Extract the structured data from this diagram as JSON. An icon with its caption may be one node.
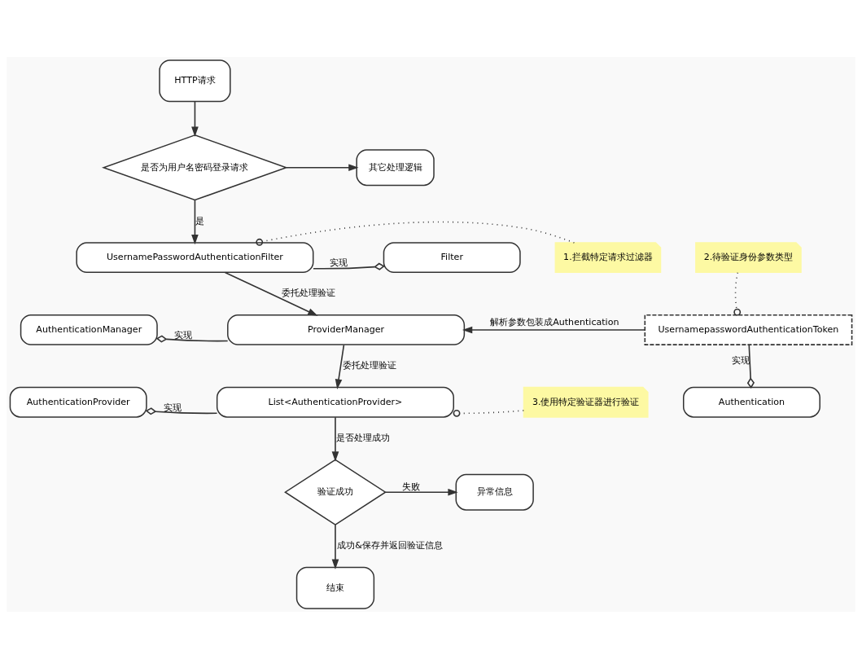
{
  "diagram": {
    "nodes": [
      {
        "text": [
          "HTTP请求"
        ]
      },
      {
        "text": [
          "是否为用户名密码登录请求"
        ]
      },
      {
        "text": [
          "其它处理逻辑"
        ]
      },
      {
        "text": [
          "Filter"
        ]
      },
      {
        "text": [
          "UsernamePasswordAuthenticationFilter"
        ]
      },
      {
        "text": [
          "1.拦截特定请求过滤器"
        ]
      },
      {
        "text": [
          "2.待验证身份参数类型"
        ]
      },
      {
        "text": [
          "AuthenticationManager"
        ]
      },
      {
        "text": [
          "ProviderManager"
        ]
      },
      {
        "text": [
          "UsernamepasswordAuthenticationToken"
        ]
      },
      {
        "text": [
          "Authentication"
        ]
      },
      {
        "text": [
          "AuthenticationProvider"
        ]
      },
      {
        "text": [
          "List<AuthenticationProvider>"
        ]
      },
      {
        "text": [
          "3.使用特定验证器进行验证"
        ]
      },
      {
        "text": [
          "验证成功"
        ]
      },
      {
        "text": [
          "异常信息"
        ]
      },
      {
        "text": [
          "结束"
        ]
      }
    ],
    "edges": [
      {
        "from": 0,
        "to": 1,
        "arrow": "to"
      },
      {
        "from": 1,
        "to": 2,
        "arrow": "to"
      },
      {
        "from": 1,
        "to": 4,
        "arrow": "to",
        "label": "是"
      },
      {
        "from": 4,
        "to": 3,
        "arrow": "other",
        "label": "实现"
      },
      {
        "from": 5,
        "to": 4,
        "arrow": "other",
        "style": "dashed"
      },
      {
        "from": 4,
        "to": 8,
        "arrow": "to",
        "label": "委托处理验证"
      },
      {
        "from": 9,
        "to": 8,
        "arrow": "to",
        "label": "解析参数包装成Authentication"
      },
      {
        "from": 6,
        "to": 9,
        "arrow": "other",
        "style": "dashed"
      },
      {
        "from": 8,
        "to": 7,
        "arrow": "other",
        "label": "实现"
      },
      {
        "from": 9,
        "to": 10,
        "arrow": "other",
        "label": "实现"
      },
      {
        "from": 8,
        "to": 12,
        "arrow": "to",
        "label": "委托处理验证"
      },
      {
        "from": 12,
        "to": 11,
        "arrow": "other",
        "label": "实现"
      },
      {
        "from": 13,
        "to": 12,
        "arrow": "other",
        "style": "dashed"
      },
      {
        "from": 12,
        "to": 14,
        "arrow": "to",
        "label": "是否处理成功"
      },
      {
        "from": 14,
        "to": 15,
        "arrow": "to",
        "label": "失败"
      },
      {
        "from": 14,
        "to": 16,
        "arrow": "to",
        "label": "成功&保存并返回验证信息"
      }
    ]
  }
}
